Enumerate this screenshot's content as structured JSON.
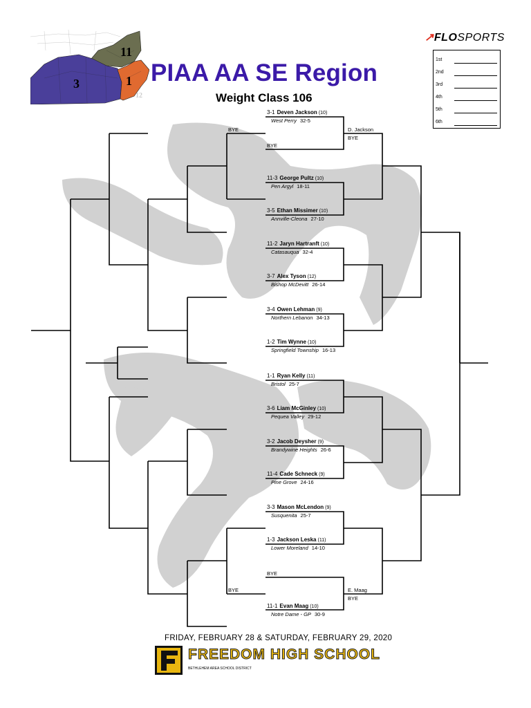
{
  "header": {
    "title": "PIAA AA SE Region",
    "subtitle": "Weight Class 106"
  },
  "brand": {
    "prefix": "FLO",
    "suffix": "SPORTS"
  },
  "map": {
    "district_labels": [
      "11",
      "3",
      "1",
      "12"
    ],
    "colors": {
      "d11": "#6b6e50",
      "d3": "#4a3f9a",
      "d1": "#e06a30"
    }
  },
  "placements": [
    "1st",
    "2nd",
    "3rd",
    "4th",
    "5th",
    "6th"
  ],
  "bracket_top": [
    {
      "seed": "3-1",
      "name": "Deven Jackson",
      "grade": "(10)",
      "school": "West Perry",
      "record": "32-5"
    },
    {
      "seed": "11-3",
      "name": "George Pultz",
      "grade": "(10)",
      "school": "Pen Argyl",
      "record": "18-11"
    },
    {
      "seed": "3-5",
      "name": "Ethan Missimer",
      "grade": "(10)",
      "school": "Annville-Cleona",
      "record": "27-10"
    },
    {
      "seed": "11-2",
      "name": "Jaryn Hartranft",
      "grade": "(10)",
      "school": "Catasauqua",
      "record": "32-4"
    },
    {
      "seed": "3-7",
      "name": "Alex Tyson",
      "grade": "(12)",
      "school": "Bishop McDevitt",
      "record": "26-14"
    },
    {
      "seed": "3-4",
      "name": "Owen Lehman",
      "grade": "(9)",
      "school": "Northern Lebanon",
      "record": "34-13"
    },
    {
      "seed": "1-2",
      "name": "Tim Wynne",
      "grade": "(10)",
      "school": "Springfield Township",
      "record": "16-13"
    }
  ],
  "bracket_bottom": [
    {
      "seed": "1-1",
      "name": "Ryan Kelly",
      "grade": "(11)",
      "school": "Bristol",
      "record": "25-7"
    },
    {
      "seed": "3-6",
      "name": "Liam McGinley",
      "grade": "(10)",
      "school": "Pequea Valley",
      "record": "29-12"
    },
    {
      "seed": "3-2",
      "name": "Jacob Deysher",
      "grade": "(9)",
      "school": "Brandywine Heights",
      "record": "26-6"
    },
    {
      "seed": "11-4",
      "name": "Cade Schneck",
      "grade": "(9)",
      "school": "Pine Grove",
      "record": "24-16"
    },
    {
      "seed": "3-3",
      "name": "Mason McLendon",
      "grade": "(9)",
      "school": "Susquenita",
      "record": "25-7"
    },
    {
      "seed": "1-3",
      "name": "Jackson Leska",
      "grade": "(11)",
      "school": "Lower Moreland",
      "record": "14-10"
    },
    {
      "seed": "11-1",
      "name": "Evan Maag",
      "grade": "(10)",
      "school": "Notre Dame - GP",
      "record": "30-9"
    }
  ],
  "labels": {
    "bye": "BYE",
    "adv_jackson": "D. Jackson",
    "adv_maag": "E. Maag"
  },
  "footer": {
    "dates": "FRIDAY, FEBRUARY 28 & SATURDAY, FEBRUARY 29, 2020",
    "school": "FREEDOM HIGH SCHOOL",
    "district": "BETHLEHEM AREA SCHOOL DISTRICT",
    "logo_letter": "F"
  }
}
